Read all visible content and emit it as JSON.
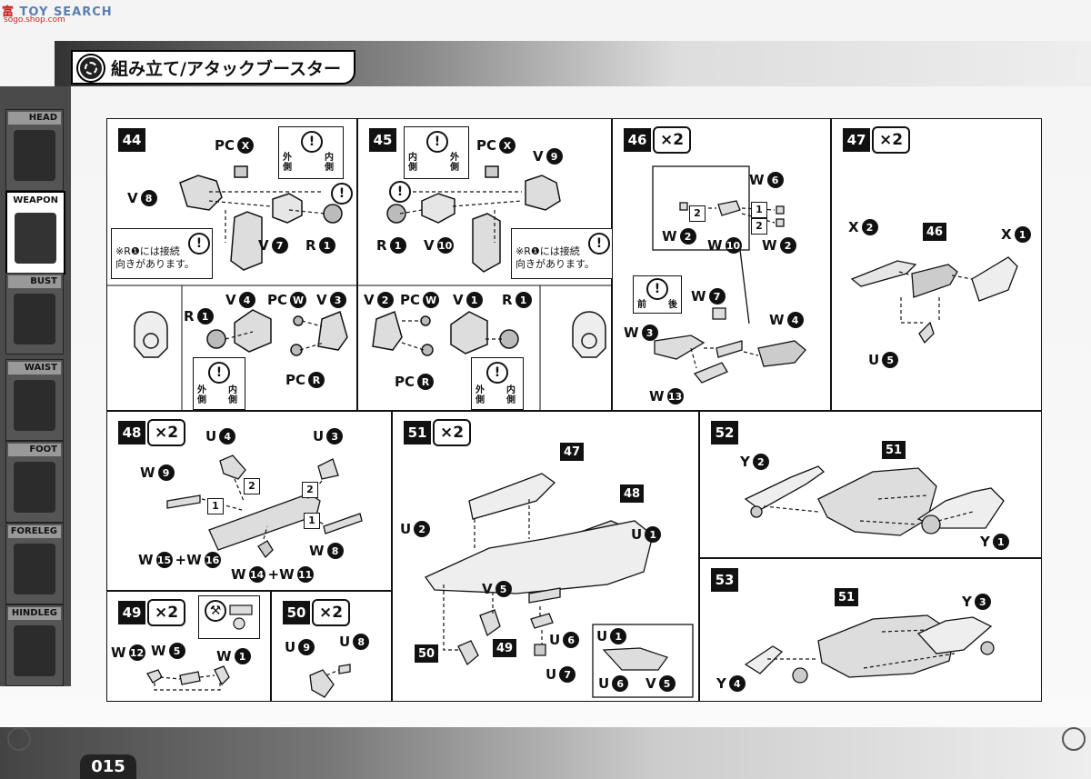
{
  "watermark": {
    "prefix": "富",
    "brand": "TOY SEARCH",
    "sub": "sogo.shop.com"
  },
  "header": {
    "title": "組み立て/アタックブースター"
  },
  "sidebar": {
    "tabs": [
      {
        "label": "HEAD"
      },
      {
        "label": "WEAPON"
      },
      {
        "label": "BUST"
      },
      {
        "label": "WAIST"
      },
      {
        "label": "FOOT"
      },
      {
        "label": "FORELEG"
      },
      {
        "label": "HINDLEG"
      }
    ]
  },
  "footer": {
    "page_number": "015"
  },
  "panels": {
    "p44": {
      "step": "44",
      "labels": {
        "pcx": "PC",
        "pcx_n": "X",
        "v8": "V",
        "v8_n": "8",
        "v7": "V",
        "v7_n": "7",
        "r1": "R",
        "r1_n": "1",
        "r1b": "R",
        "r1b_n": "1",
        "v4": "V",
        "v4_n": "4",
        "pcw": "PC",
        "pcw_n": "W",
        "v3": "V",
        "v3_n": "3",
        "pcr": "PC",
        "pcr_n": "R"
      },
      "note": "※R❶には接続\n向きがあります。",
      "out": "外\n側",
      "in": "内\n側"
    },
    "p45": {
      "step": "45",
      "labels": {
        "pcx": "PC",
        "pcx_n": "X",
        "v9": "V",
        "v9_n": "9",
        "r1": "R",
        "r1_n": "1",
        "v10": "V",
        "v10_n": "10",
        "v2": "V",
        "v2_n": "2",
        "pcw": "PC",
        "pcw_n": "W",
        "v1": "V",
        "v1_n": "1",
        "r1b": "R",
        "r1b_n": "1",
        "pcr": "PC",
        "pcr_n": "R"
      },
      "note": "※R❶には接続\n向きがあります。",
      "out": "外\n側",
      "in": "内\n側"
    },
    "p46": {
      "step": "46",
      "mult": "×2",
      "labels": {
        "w6": "W",
        "w6_n": "6",
        "w2a": "W",
        "w2a_n": "2",
        "w10": "W",
        "w10_n": "10",
        "w2b": "W",
        "w2b_n": "2",
        "w7": "W",
        "w7_n": "7",
        "w3": "W",
        "w3_n": "3",
        "w4": "W",
        "w4_n": "4",
        "w13": "W",
        "w13_n": "13"
      },
      "front": "前",
      "back": "後"
    },
    "p47": {
      "step": "47",
      "mult": "×2",
      "labels": {
        "x2": "X",
        "x2_n": "2",
        "x1": "X",
        "x1_n": "1",
        "u5": "U",
        "u5_n": "5"
      },
      "ref": "46"
    },
    "p48": {
      "step": "48",
      "mult": "×2",
      "labels": {
        "u4": "U",
        "u4_n": "4",
        "u3": "U",
        "u3_n": "3",
        "w9": "W",
        "w9_n": "9",
        "w8": "W",
        "w8_n": "8",
        "w15": "W",
        "w15_n": "15",
        "w16": "+W",
        "w16_n": "16",
        "w14": "W",
        "w14_n": "14",
        "w11": "+W",
        "w11_n": "11"
      }
    },
    "p49": {
      "step": "49",
      "mult": "×2",
      "labels": {
        "w12": "W",
        "w12_n": "12",
        "w5": "W",
        "w5_n": "5",
        "w1": "W",
        "w1_n": "1"
      }
    },
    "p50": {
      "step": "50",
      "mult": "×2",
      "labels": {
        "u9": "U",
        "u9_n": "9",
        "u8": "U",
        "u8_n": "8"
      }
    },
    "p51": {
      "step": "51",
      "mult": "×2",
      "labels": {
        "u2": "U",
        "u2_n": "2",
        "u1": "U",
        "u1_n": "1",
        "v5": "V",
        "v5_n": "5",
        "u6": "U",
        "u6_n": "6",
        "u7": "U",
        "u7_n": "7",
        "iu1": "U",
        "iu1_n": "1",
        "iu6": "U",
        "iu6_n": "6",
        "iv5": "V",
        "iv5_n": "5"
      },
      "refs": {
        "r47": "47",
        "r48": "48",
        "r50": "50",
        "r49": "49"
      }
    },
    "p52": {
      "step": "52",
      "labels": {
        "y2": "Y",
        "y2_n": "2",
        "y1": "Y",
        "y1_n": "1"
      },
      "ref": "51"
    },
    "p53": {
      "step": "53",
      "labels": {
        "y3": "Y",
        "y3_n": "3",
        "y4": "Y",
        "y4_n": "4"
      },
      "ref": "51"
    }
  }
}
